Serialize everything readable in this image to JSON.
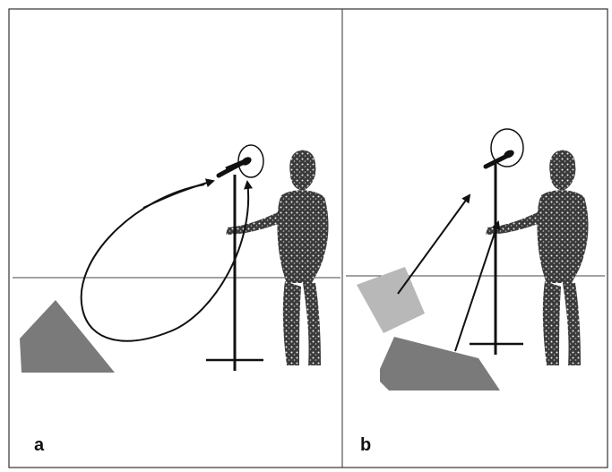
{
  "panels": [
    {
      "id": "a",
      "label": "a"
    },
    {
      "id": "b",
      "label": "b"
    }
  ],
  "colors": {
    "frame": "#333333",
    "horizon": "#444444",
    "wedge_dark": "#7a7a7a",
    "wedge_light": "#b8b8b8",
    "arrow": "#111111",
    "performer": "#2a2a2a",
    "stand": "#111111"
  },
  "icons": {
    "monitor_wedge": "monitor-wedge-shape",
    "microphone": "microphone-on-stand",
    "performer": "performer-silhouette"
  }
}
